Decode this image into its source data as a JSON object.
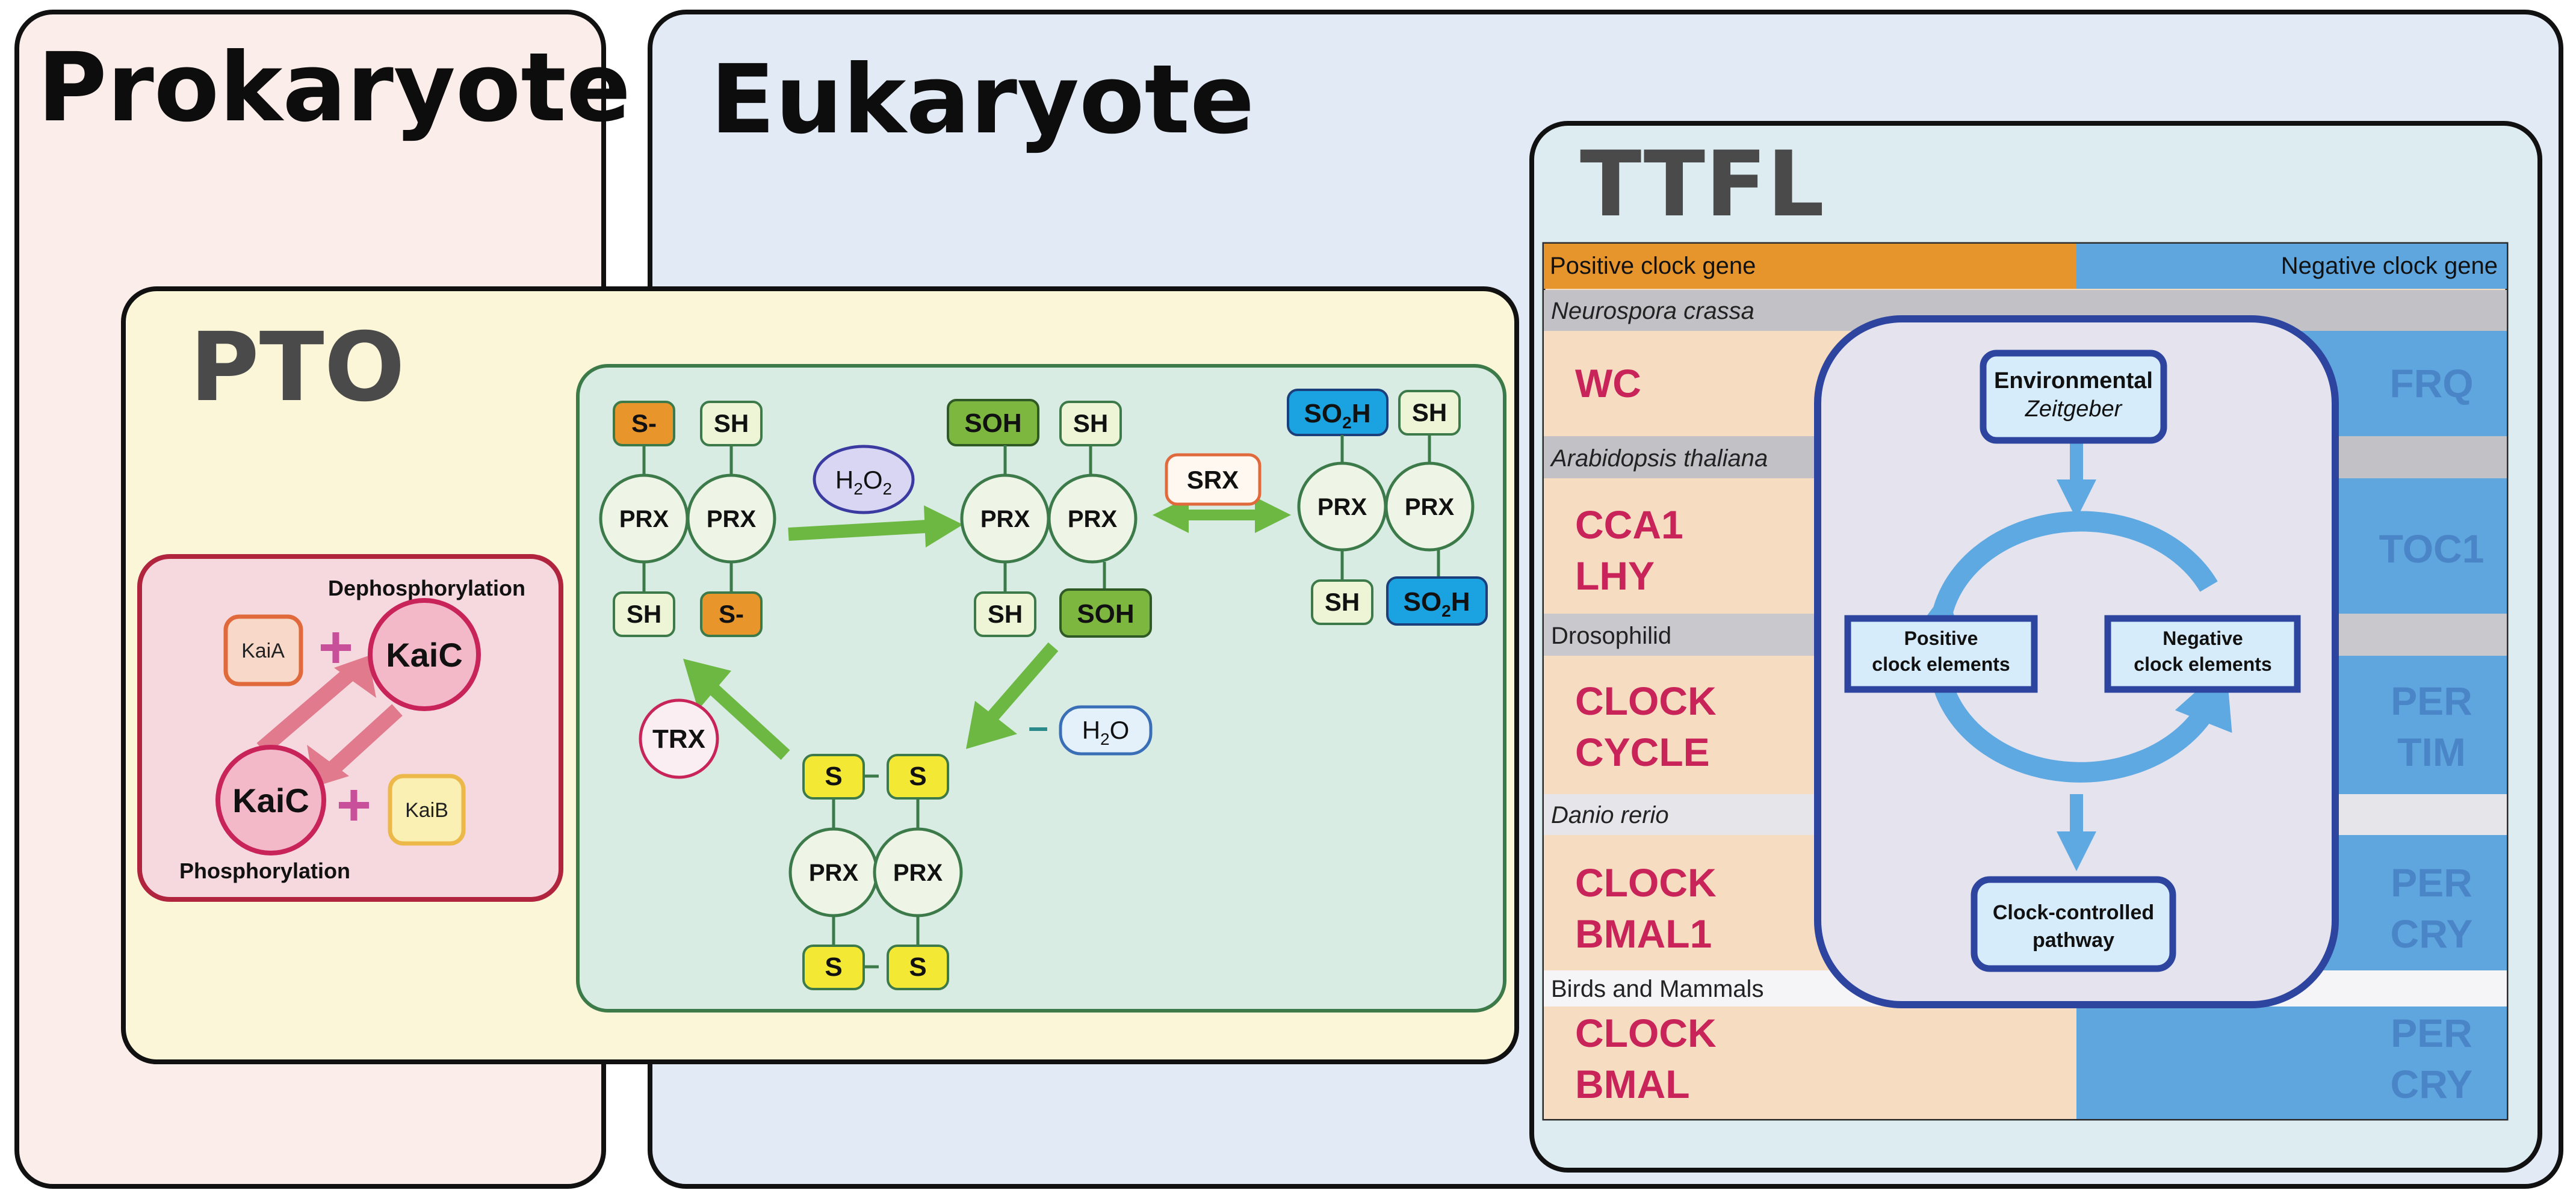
{
  "regions": {
    "prokaryote_title": "Prokaryote",
    "eukaryote_title": "Eukaryote",
    "pto_title": "PTO",
    "ttfl_title": "TTFL"
  },
  "kai": {
    "kaia": "KaiA",
    "kaib": "KaiB",
    "kaic_top": "KaiC",
    "kaic_bottom": "KaiC",
    "plus": "+",
    "dephosphorylation": "Dephosphorylation",
    "phosphorylation": "Phosphorylation"
  },
  "prx": {
    "prx_label": "PRX",
    "s_minus": "S-",
    "sh": "SH",
    "soh": "SOH",
    "so2h_main": "SO",
    "so2h_sub": "2",
    "so2h_end": "H",
    "s": "S",
    "h2o2_a": "H",
    "h2o2_b": "2",
    "h2o2_c": "O",
    "h2o2_d": "2",
    "srx": "SRX",
    "trx": "TRX",
    "minus": "–",
    "h2o_a": "H",
    "h2o_b": "2",
    "h2o_c": "O"
  },
  "ttfl": {
    "positive_header": "Positive clock gene",
    "negative_header": "Negative clock gene",
    "organisms": [
      {
        "name": "Neurospora crassa",
        "italic": true,
        "positive": [
          "WC"
        ],
        "negative": [
          "FRQ"
        ]
      },
      {
        "name": "Arabidopsis thaliana",
        "italic": true,
        "positive": [
          "CCA1",
          "LHY"
        ],
        "negative": [
          "TOC1"
        ]
      },
      {
        "name": "Drosophilid",
        "italic": false,
        "positive": [
          "CLOCK",
          "CYCLE"
        ],
        "negative": [
          "PER",
          "TIM"
        ]
      },
      {
        "name": "Danio rerio",
        "italic": true,
        "positive": [
          "CLOCK",
          "BMAL1"
        ],
        "negative": [
          "PER",
          "CRY"
        ]
      },
      {
        "name": "Birds and Mammals",
        "italic": false,
        "positive": [
          "CLOCK",
          "BMAL"
        ],
        "negative": [
          "PER",
          "CRY"
        ]
      }
    ],
    "loop": {
      "environmental": "Environmental",
      "zeitgeber": "Zeitgeber",
      "positive_line1": "Positive",
      "positive_line2": "clock elements",
      "negative_line1": "Negative",
      "negative_line2": "clock elements",
      "controlled_line1": "Clock-controlled",
      "controlled_line2": "pathway"
    }
  },
  "colors": {
    "prokaryote_bg": "#fbeeea",
    "eukaryote_bg": "#e2eaf6",
    "pto_bg": "#fbf6d8",
    "prx_panel_bg": "#d9ece4",
    "kai_panel_bg": "#f6d9df",
    "ttfl_bg": "#dcecf0",
    "positive_orange": "#e6952d",
    "negative_blue": "#5fa5de",
    "gene_red": "#c8245a",
    "green_arrow": "#6cb843",
    "loop_blue": "#5ea9e2",
    "navy": "#2e45a0"
  }
}
